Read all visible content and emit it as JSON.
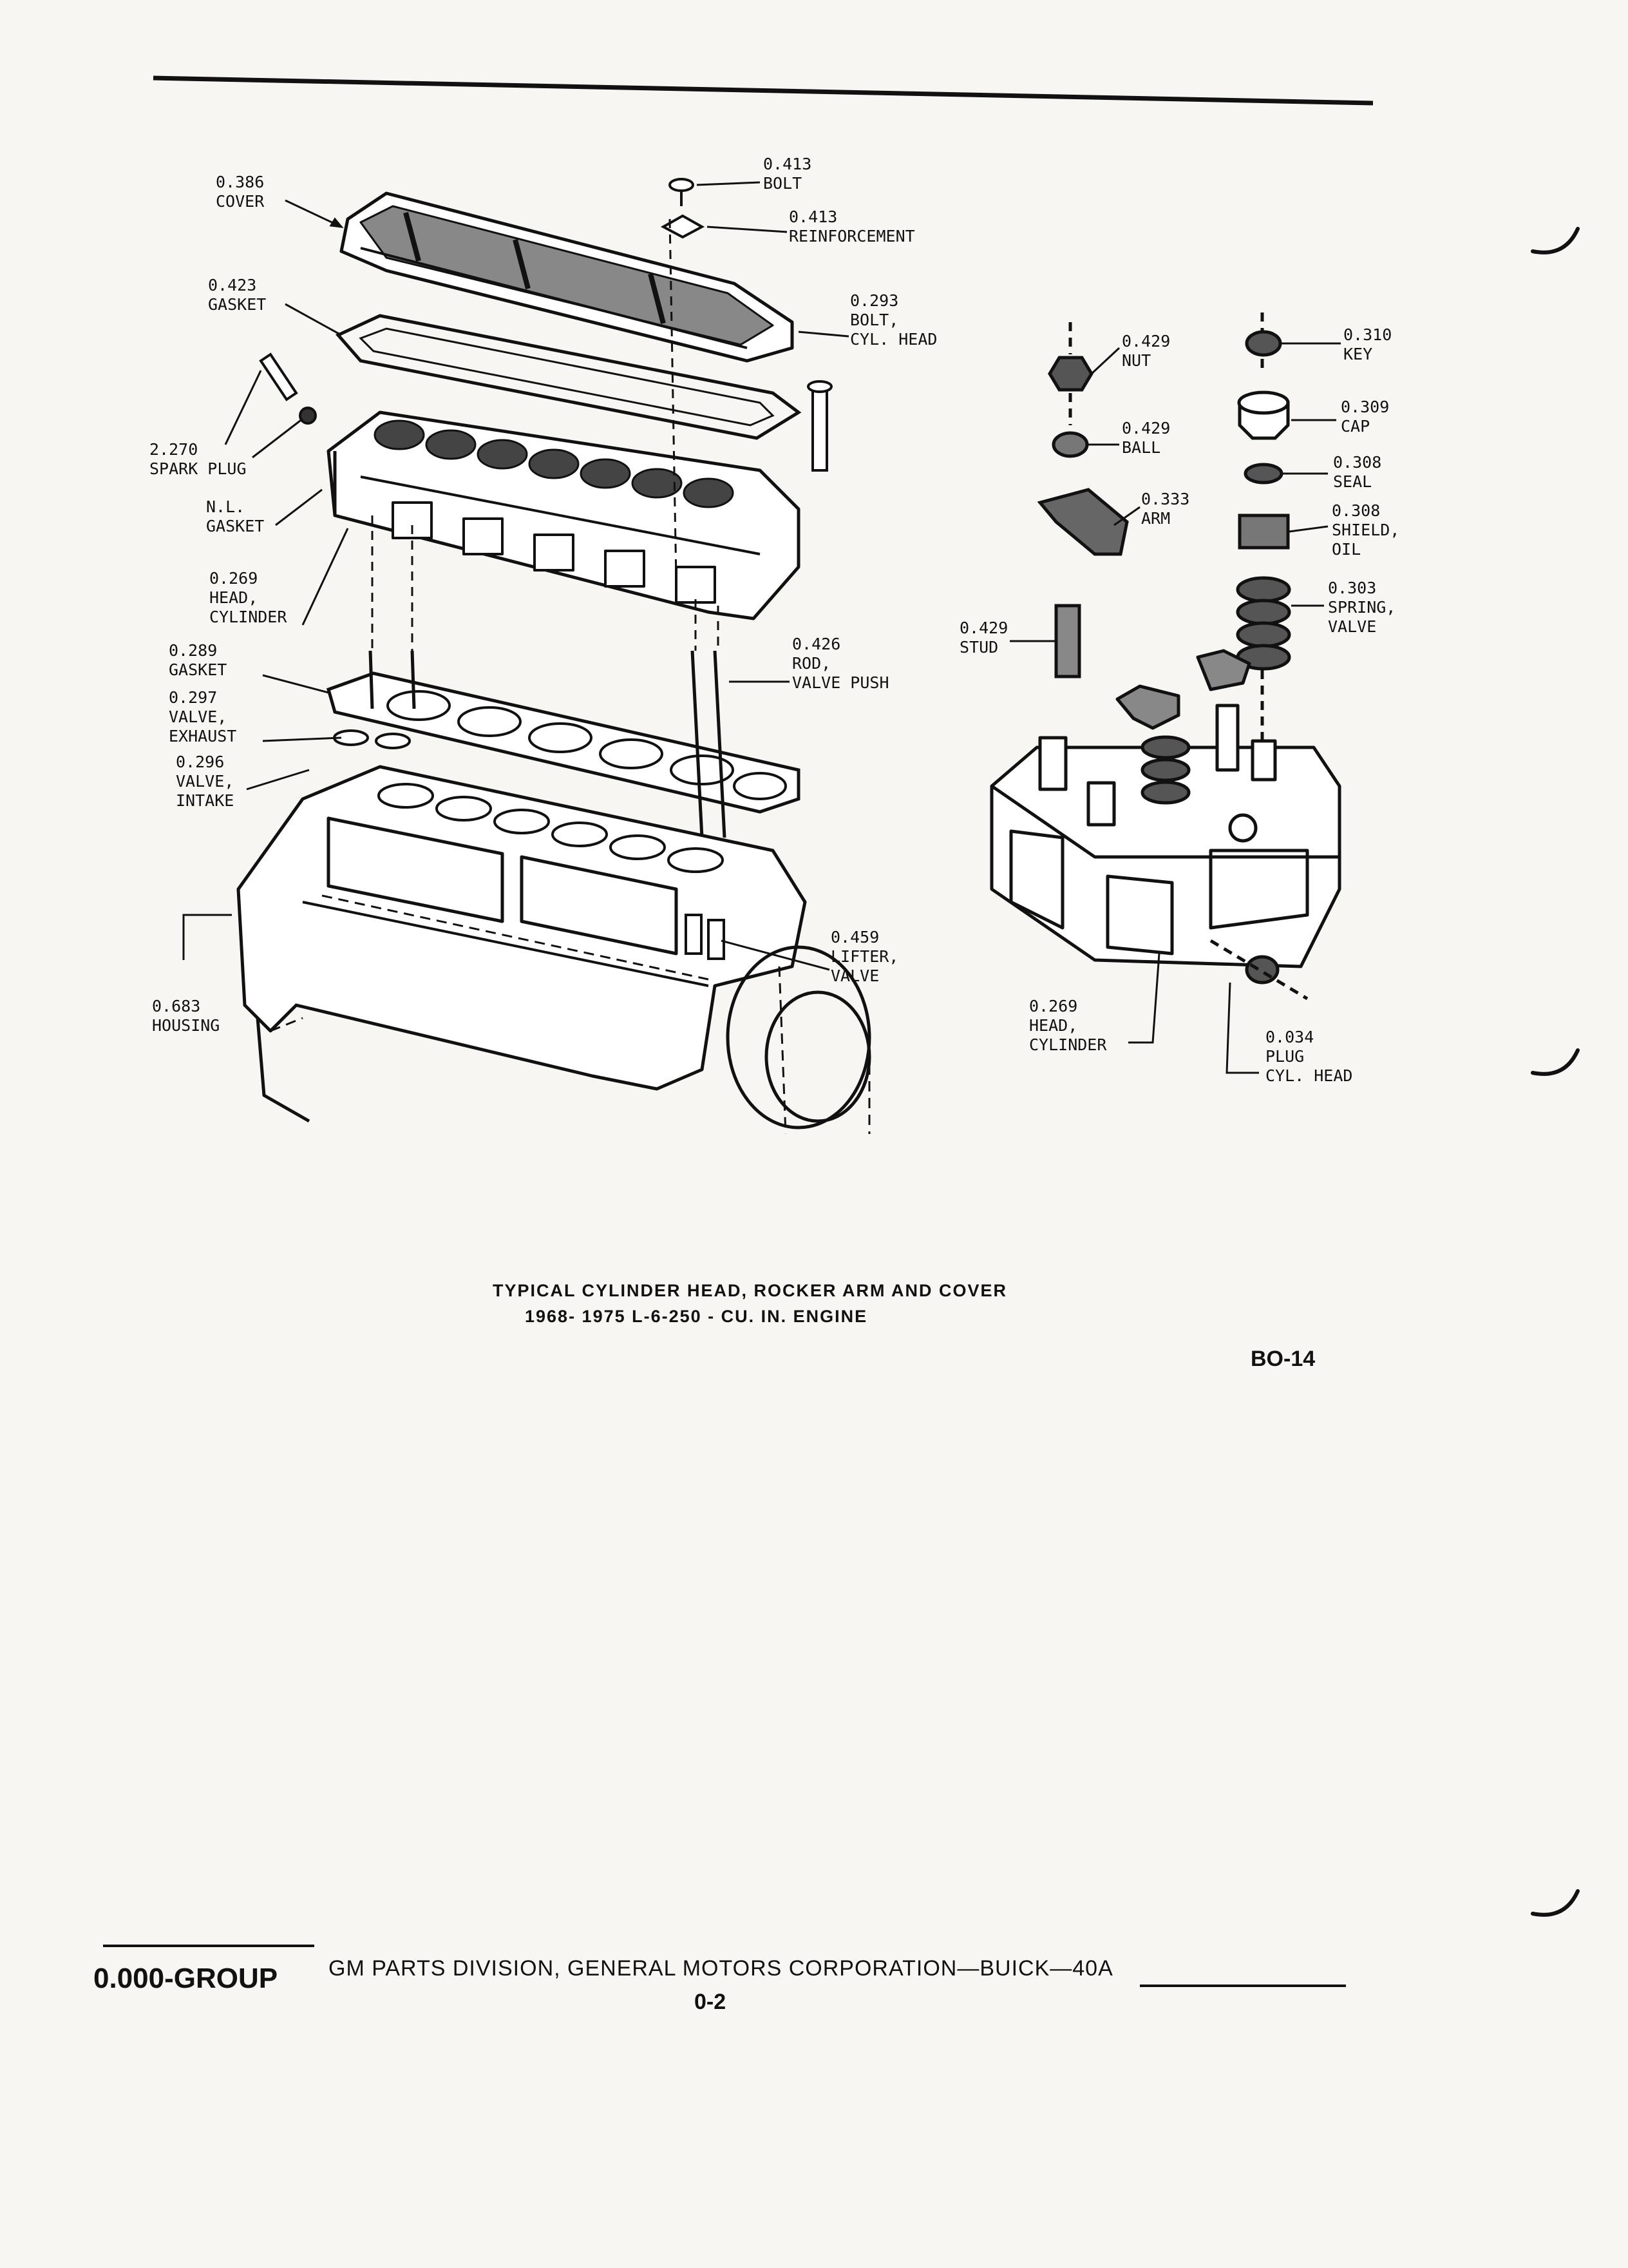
{
  "labels": [
    {
      "id": "cover",
      "lines": [
        "0.386",
        "COVER"
      ]
    },
    {
      "id": "bolt",
      "lines": [
        "0.413",
        "BOLT"
      ]
    },
    {
      "id": "reinforcement",
      "lines": [
        "0.413",
        "REINFORCEMENT"
      ]
    },
    {
      "id": "gasket-cover",
      "lines": [
        "0.423",
        "GASKET"
      ]
    },
    {
      "id": "bolt-cyl-head",
      "lines": [
        "0.293",
        "BOLT,",
        "CYL. HEAD"
      ]
    },
    {
      "id": "spark-plug",
      "lines": [
        "2.270",
        "SPARK PLUG"
      ]
    },
    {
      "id": "nl-gasket",
      "lines": [
        "N.L.",
        "GASKET"
      ]
    },
    {
      "id": "head-cylinder-left",
      "lines": [
        "0.269",
        "HEAD,",
        "CYLINDER"
      ]
    },
    {
      "id": "gasket-head",
      "lines": [
        "0.289",
        "GASKET"
      ]
    },
    {
      "id": "valve-exhaust",
      "lines": [
        "0.297",
        "VALVE,",
        "EXHAUST"
      ]
    },
    {
      "id": "valve-intake",
      "lines": [
        "0.296",
        "VALVE,",
        "INTAKE"
      ]
    },
    {
      "id": "rod-valve-push",
      "lines": [
        "0.426",
        "ROD,",
        "VALVE PUSH"
      ]
    },
    {
      "id": "housing",
      "lines": [
        "0.683",
        "HOUSING"
      ]
    },
    {
      "id": "lifter-valve",
      "lines": [
        "0.459",
        "LIFTER,",
        "VALVE"
      ]
    },
    {
      "id": "nut",
      "lines": [
        "0.429",
        "NUT"
      ]
    },
    {
      "id": "ball",
      "lines": [
        "0.429",
        "BALL"
      ]
    },
    {
      "id": "arm",
      "lines": [
        "0.333",
        "ARM"
      ]
    },
    {
      "id": "stud",
      "lines": [
        "0.429",
        "STUD"
      ]
    },
    {
      "id": "key",
      "lines": [
        "0.310",
        "KEY"
      ]
    },
    {
      "id": "cap",
      "lines": [
        "0.309",
        "CAP"
      ]
    },
    {
      "id": "seal",
      "lines": [
        "0.308",
        "SEAL"
      ]
    },
    {
      "id": "shield-oil",
      "lines": [
        "0.308",
        "SHIELD,",
        "OIL"
      ]
    },
    {
      "id": "spring-valve",
      "lines": [
        "0.303",
        "SPRING,",
        "VALVE"
      ]
    },
    {
      "id": "head-cylinder-right",
      "lines": [
        "0.269",
        "HEAD,",
        "CYLINDER"
      ]
    },
    {
      "id": "plug-cyl-head",
      "lines": [
        "0.034",
        "PLUG",
        "CYL. HEAD"
      ]
    }
  ],
  "caption": {
    "line1": "TYPICAL CYLINDER HEAD, ROCKER ARM AND COVER",
    "line2": "1968- 1975  L-6-250 - CU. IN. ENGINE"
  },
  "figure_code": "BO-14",
  "footer": {
    "group": "0.000-GROUP",
    "division": "GM PARTS DIVISION, GENERAL MOTORS CORPORATION—BUICK—40A",
    "page": "0-2"
  }
}
